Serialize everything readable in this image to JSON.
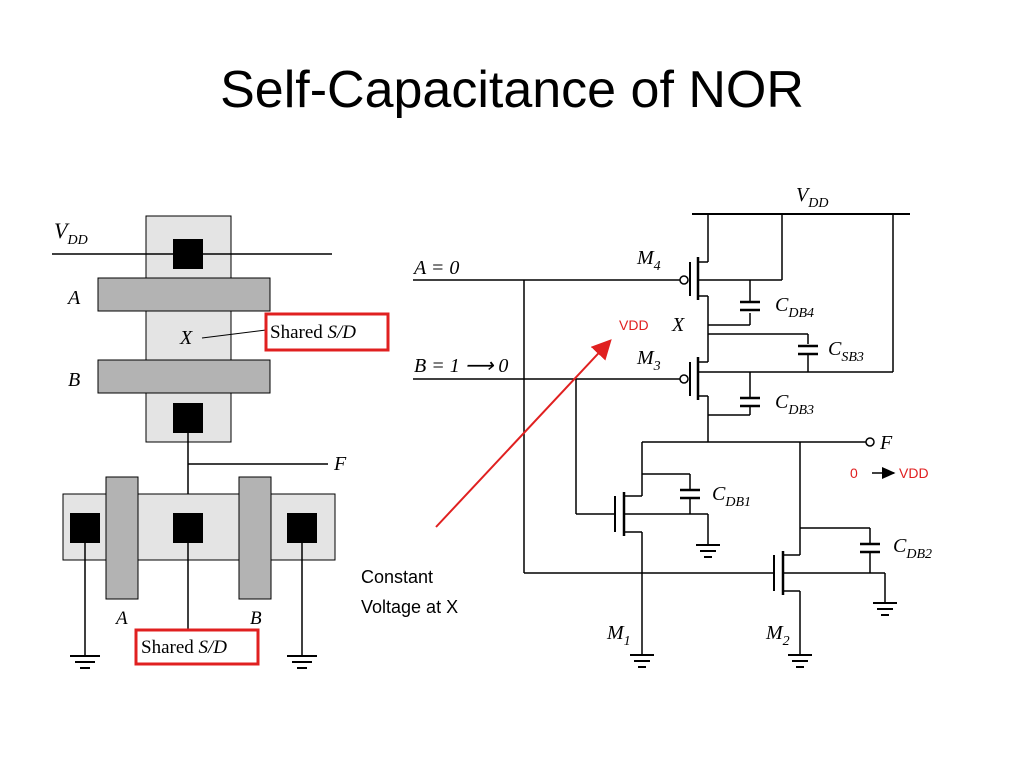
{
  "title": "Self-Capacitance of NOR",
  "colors": {
    "annotation_red": "#e02020",
    "layout_gray": "#c0c0c0",
    "layout_light": "#e4e4e4",
    "contact": "#000000"
  },
  "layout": {
    "vdd_label": "V",
    "vdd_sub": "DD",
    "label_a": "A",
    "label_b": "B",
    "label_x": "X",
    "label_f": "F",
    "label_a_bottom": "A",
    "label_b_bottom": "B",
    "shared_sd_top": "Shared ",
    "shared_sd_top_italic": "S/D",
    "shared_sd_bottom": "Shared ",
    "shared_sd_bottom_italic": "S/D"
  },
  "schematic": {
    "vdd_label": "V",
    "vdd_sub": "DD",
    "input_a": "A = 0",
    "input_b": "B = 1 ⟶ 0",
    "m4": "M",
    "m4_sub": "4",
    "m3": "M",
    "m3_sub": "3",
    "m1": "M",
    "m1_sub": "1",
    "m2": "M",
    "m2_sub": "2",
    "node_x": "X",
    "node_f": "F",
    "cdb4": "C",
    "cdb4_sub": "DB4",
    "csb3": "C",
    "csb3_sub": "SB3",
    "cdb3": "C",
    "cdb3_sub": "DB3",
    "cdb1": "C",
    "cdb1_sub": "DB1",
    "cdb2": "C",
    "cdb2_sub": "DB2"
  },
  "annotations": {
    "vdd_at_x": "VDD",
    "f_from": "0",
    "f_to": "VDD",
    "constant_line1": "Constant",
    "constant_line2": "Voltage at X"
  }
}
